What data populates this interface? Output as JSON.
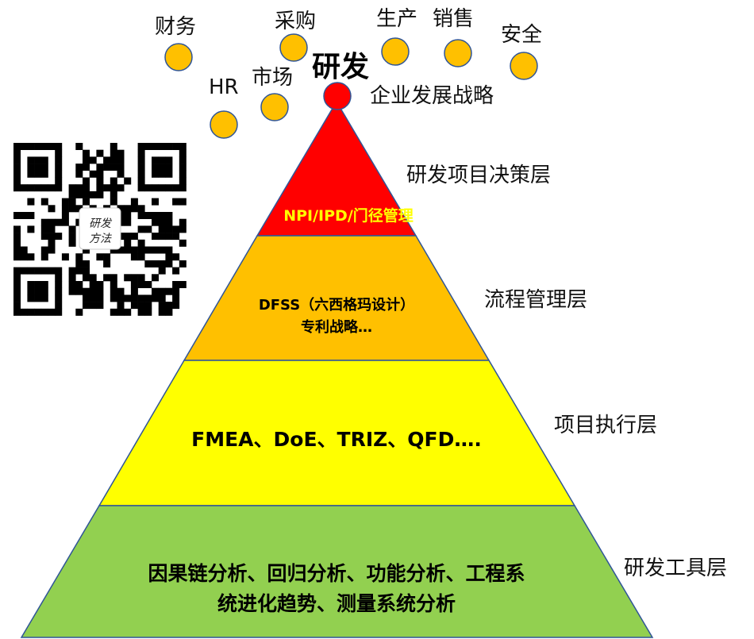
{
  "center": {
    "title": "研发",
    "subtitle": "企业发展战略"
  },
  "departments": [
    {
      "label": "财务"
    },
    {
      "label": "采购"
    },
    {
      "label": "生产"
    },
    {
      "label": "销售"
    },
    {
      "label": "安全"
    },
    {
      "label": "HR"
    },
    {
      "label": "市场"
    }
  ],
  "layers": [
    {
      "content": [
        "NPI/IPD/门径管理"
      ],
      "side_label": "研发项目决策层",
      "color": "#ff0000",
      "text_color": "#ffff00"
    },
    {
      "content": [
        "DFSS（六西格玛设计）",
        "专利战略…"
      ],
      "side_label": "流程管理层",
      "color": "#ffc000",
      "text_color": "#000000"
    },
    {
      "content": [
        "FMEA、DoE、TRIZ、QFD….",
        ""
      ],
      "side_label": "项目执行层",
      "color": "#ffff00",
      "text_color": "#000000"
    },
    {
      "content": [
        "因果链分析、回归分析、功能分析、工程系",
        "统进化趋势、测量系统分析"
      ],
      "side_label": "研发工具层",
      "color": "#92d050",
      "text_color": "#000000"
    }
  ],
  "qr_code": {
    "logo_text": "研发方法"
  },
  "colors": {
    "department_circle": "#ffc000",
    "outline": "#2f5597",
    "center_circle": "#ff0000"
  }
}
